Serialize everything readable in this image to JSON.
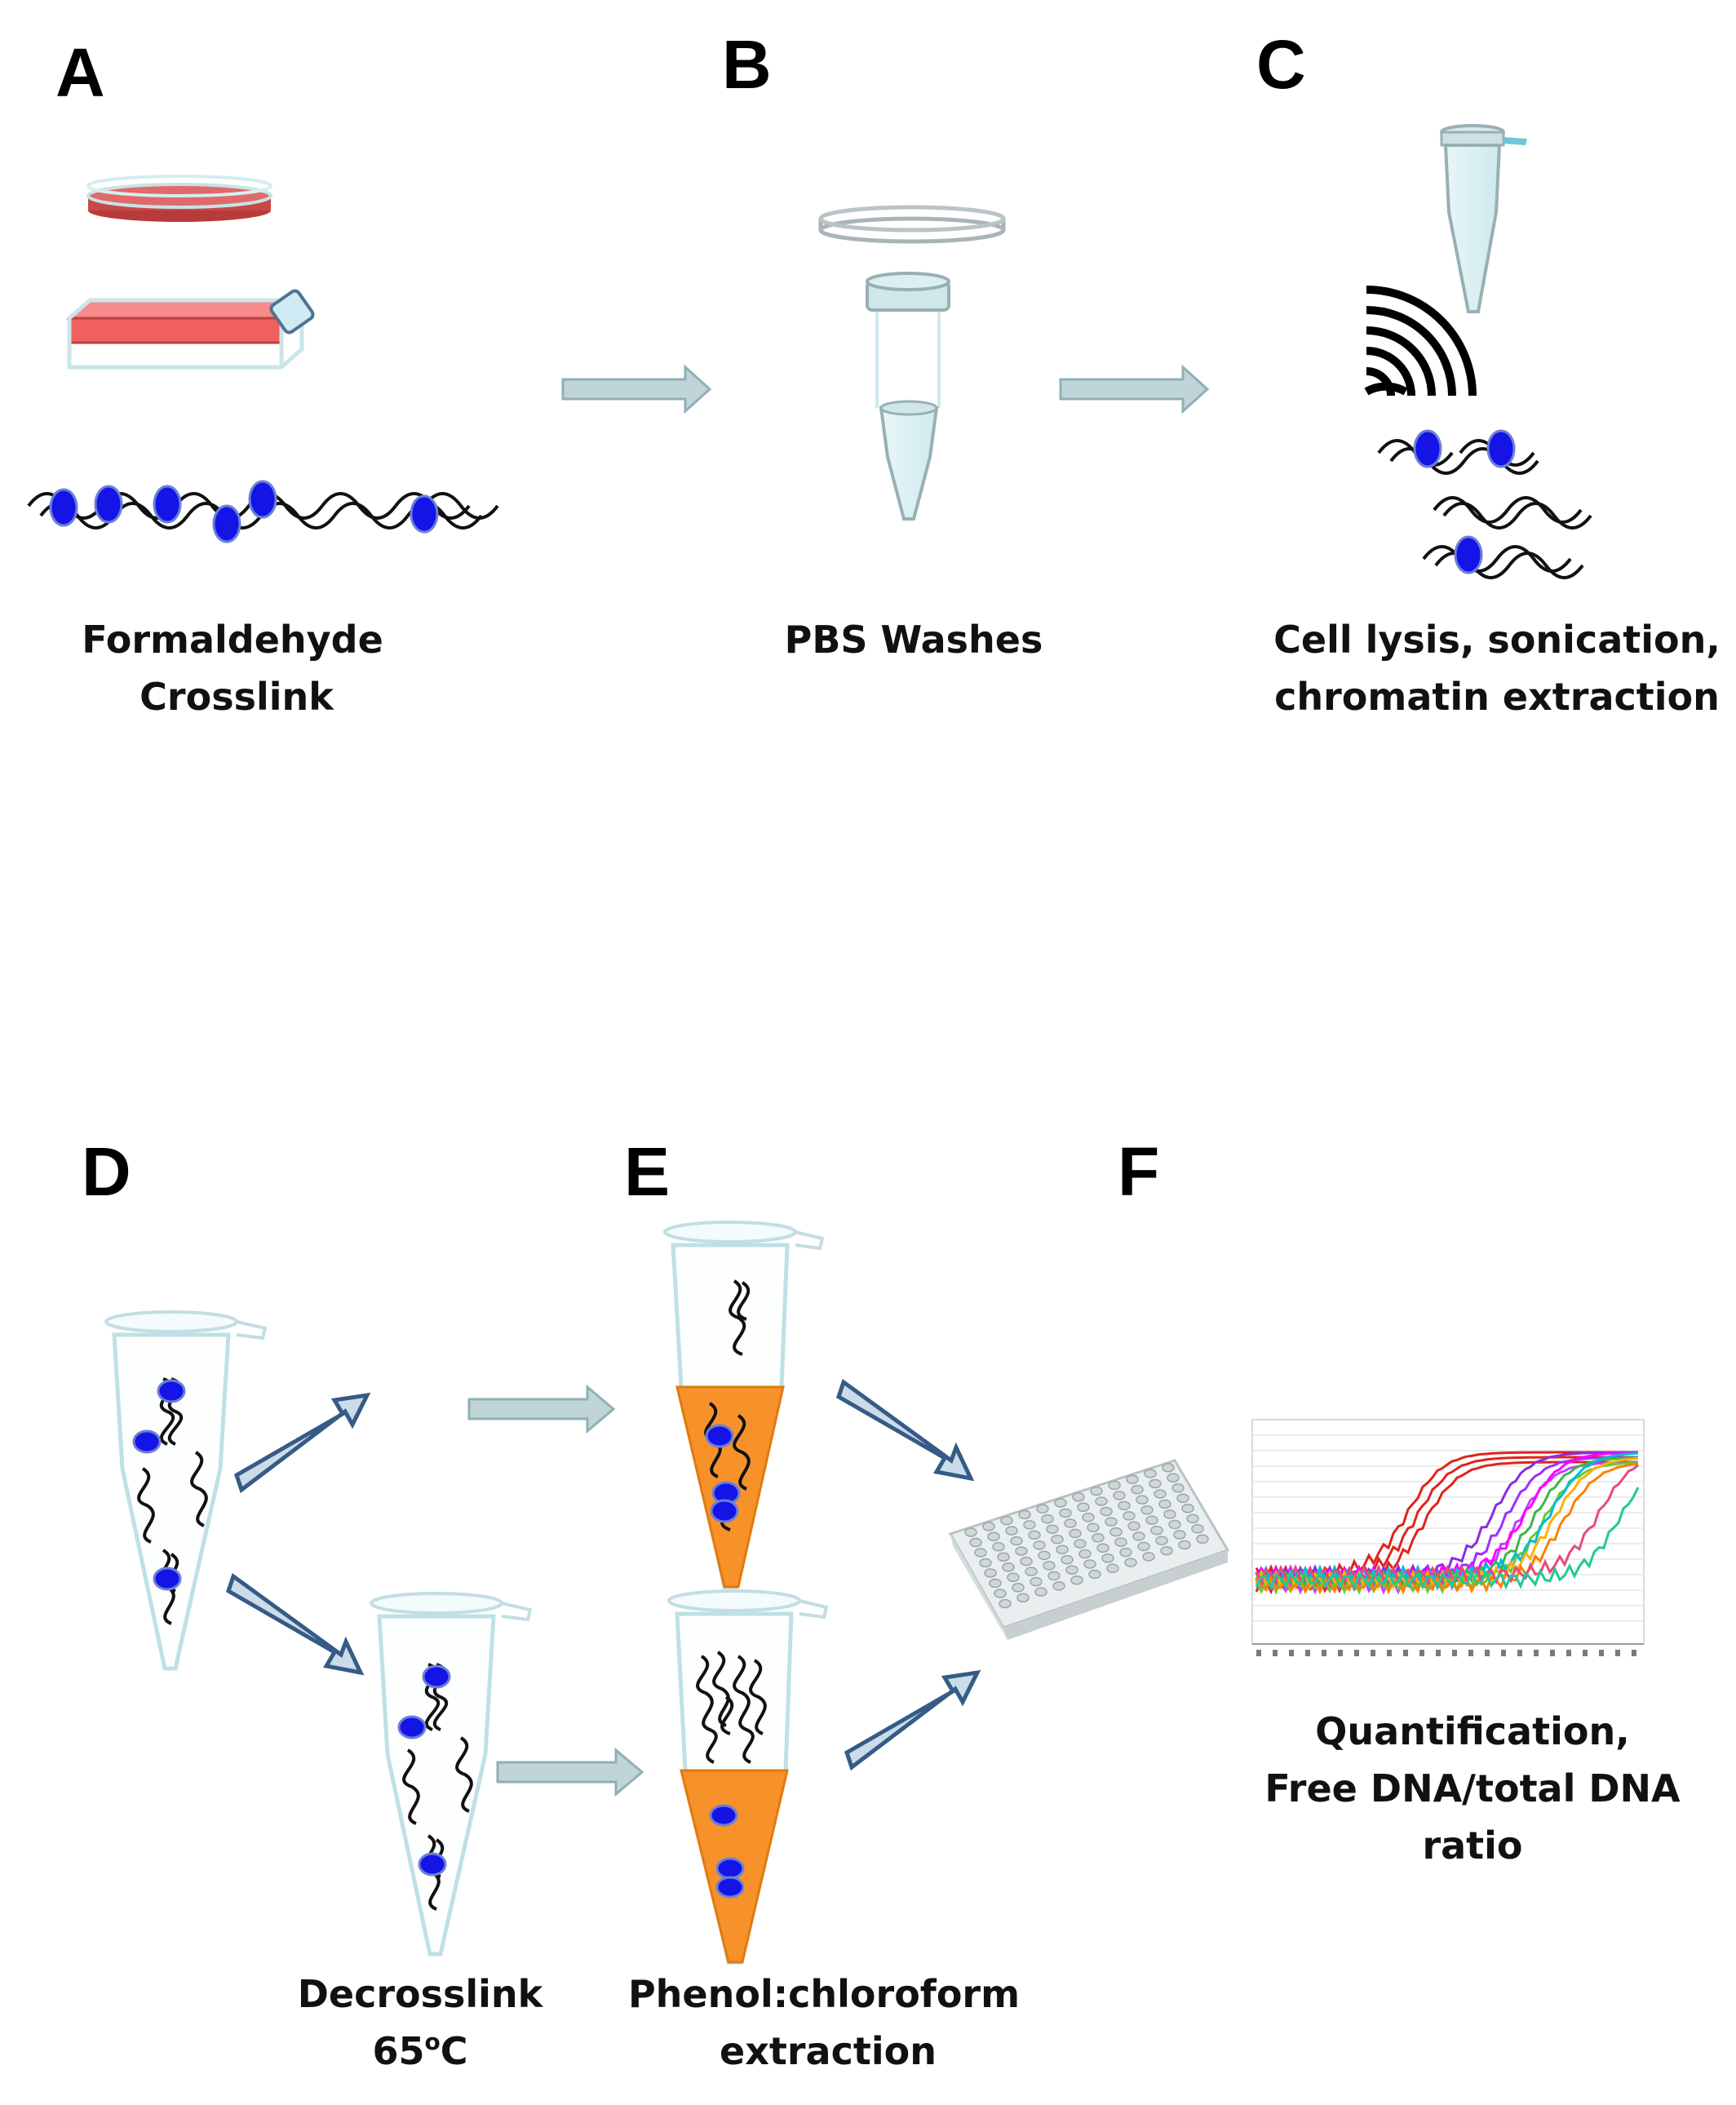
{
  "panels": {
    "a": {
      "letter": "A",
      "caption_line1": "Formaldehyde",
      "caption_line2": "Crosslink"
    },
    "b": {
      "letter": "B",
      "caption_line1": "PBS Washes"
    },
    "c": {
      "letter": "C",
      "caption_line1": "Cell lysis, sonication,",
      "caption_line2": "chromatin extraction"
    },
    "d": {
      "letter": "D",
      "caption_line1": "Decrosslink",
      "caption_line2_num": "65",
      "caption_line2_sup": "o",
      "caption_line2_unit": "C"
    },
    "e": {
      "letter": "E",
      "caption_line1": "Phenol:chloroform",
      "caption_line2": "extraction"
    },
    "f": {
      "letter": "F",
      "caption_line1": "Quantification,",
      "caption_line2": "Free DNA/total DNA",
      "caption_line3": "ratio"
    }
  },
  "colors": {
    "protein": "#1414e6",
    "dna": "#111111",
    "dish_red": "#d9534f",
    "flask_red": "#f06060",
    "tube_outline": "#a8d8dc",
    "grey_arrow": "#a9c2c6",
    "blue_arrow": "#355b86",
    "organic_phase": "#f7922b"
  },
  "icons": [
    "petri-dish-icon",
    "culture-flask-icon",
    "microtube-icon",
    "sonicator-waves-icon",
    "pcr-plate-icon",
    "qpcr-curves-icon"
  ]
}
